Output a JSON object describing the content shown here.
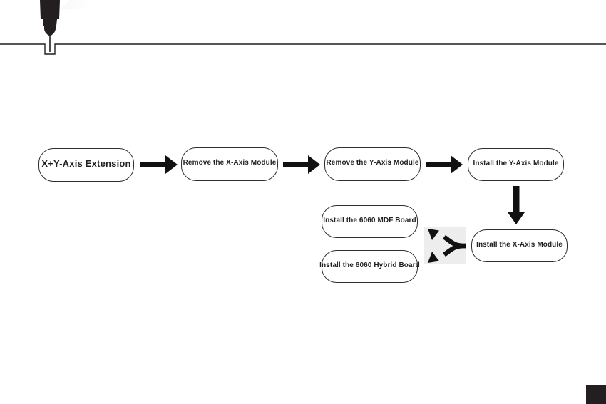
{
  "page": {
    "background": "#ffffff",
    "ink_color": "#231f20",
    "divider_color": "#1f1f1f",
    "fork_panel_color": "#ededed",
    "corner_marker_color": "#231f20"
  },
  "header": {
    "icon": "laser-module-icon",
    "divider": "engraved-line-with-notch"
  },
  "flowchart": {
    "nodes": [
      {
        "id": "start",
        "label": "X+Y-Axis Extension"
      },
      {
        "id": "remove-x",
        "label": "Remove the X-Axis Module"
      },
      {
        "id": "remove-y",
        "label": "Remove the Y-Axis Module"
      },
      {
        "id": "install-y",
        "label": "Install the Y-Axis Module"
      },
      {
        "id": "install-x",
        "label": "Install the X-Axis Module"
      },
      {
        "id": "install-mdf",
        "label": "Install the 6060 MDF Board"
      },
      {
        "id": "install-hybrid",
        "label": "Install the 6060 Hybrid Board"
      }
    ],
    "connectors": [
      {
        "from": "start",
        "to": "remove-x",
        "icon": "arrow-right-icon"
      },
      {
        "from": "remove-x",
        "to": "remove-y",
        "icon": "arrow-right-icon"
      },
      {
        "from": "remove-y",
        "to": "install-y",
        "icon": "arrow-right-icon"
      },
      {
        "from": "install-y",
        "to": "install-x",
        "icon": "arrow-down-icon"
      },
      {
        "from": "install-x",
        "to": "install-mdf / install-hybrid",
        "icon": "fork-left-icon"
      }
    ]
  }
}
